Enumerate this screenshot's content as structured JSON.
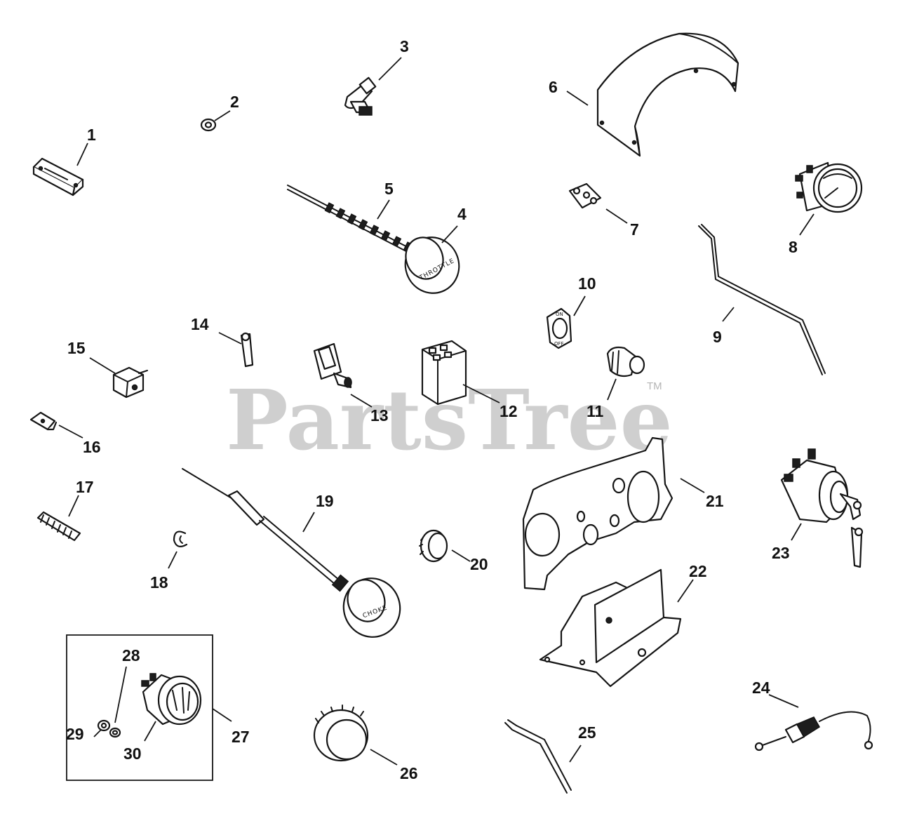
{
  "watermark": {
    "text": "PartsTree",
    "trademark": "TM",
    "color": "#b5b5b5"
  },
  "callouts": {
    "c1": "1",
    "c2": "2",
    "c3": "3",
    "c4": "4",
    "c5": "5",
    "c6": "6",
    "c7": "7",
    "c8": "8",
    "c9": "9",
    "c10": "10",
    "c11": "11",
    "c12": "12",
    "c13": "13",
    "c14": "14",
    "c15": "15",
    "c16": "16",
    "c17": "17",
    "c18": "18",
    "c19": "19",
    "c20": "20",
    "c21": "21",
    "c22": "22",
    "c23": "23",
    "c24": "24",
    "c25": "25",
    "c26": "26",
    "c27": "27",
    "c28": "28",
    "c29": "29",
    "c30": "30"
  },
  "part_markings": {
    "throttle_knob": "THROTTLE",
    "choke_knob": "CHOKE",
    "switch_on": "ON",
    "switch_off": "OFF"
  },
  "colors": {
    "line": "#151515",
    "background": "#ffffff"
  }
}
